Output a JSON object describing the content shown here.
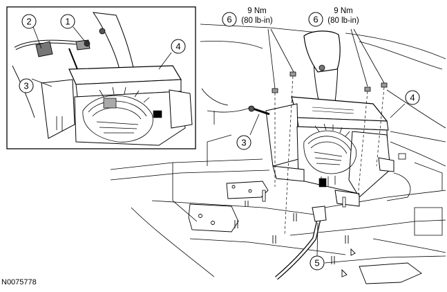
{
  "figure_id": "N0075778",
  "callouts": {
    "c1": "1",
    "c2": "2",
    "c3_inset": "3",
    "c4_inset": "4",
    "c6_left": "6",
    "c6_right": "6",
    "c3_main": "3",
    "c4_main": "4",
    "c5": "5"
  },
  "torque_specs": {
    "left_line1": "9 Nm",
    "left_line2": "(80 lb-in)",
    "right_line1": "9 Nm",
    "right_line2": "(80 lb-in)"
  }
}
